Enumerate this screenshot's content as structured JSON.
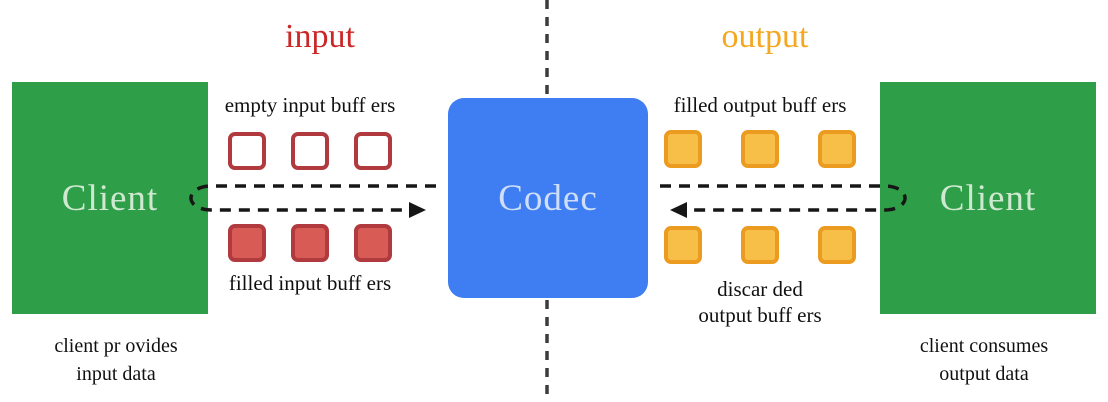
{
  "labels": {
    "input": "input",
    "output": "output"
  },
  "clients": {
    "left": {
      "title": "Client",
      "caption": [
        "client pr ovides",
        "input data"
      ]
    },
    "right": {
      "title": "Client",
      "caption": [
        "client consumes",
        "output data"
      ]
    }
  },
  "codec": {
    "title": "Codec"
  },
  "buffers": {
    "empty_input": "empty input buff ers",
    "filled_input": "filled input buff ers",
    "filled_output": "filled output buff ers",
    "discarded_output": [
      "discar ded",
      "output buff ers"
    ]
  },
  "colors": {
    "green": "#2f9e48",
    "blue": "#3f7df2",
    "red_label": "#cb2727",
    "orange_label": "#f4a71f",
    "red_fill": "#d95b56",
    "red_border": "#b03a3e",
    "orange_fill": "#f7bf47",
    "orange_border": "#eb9c20",
    "arrow": "#161616",
    "divider": "#3c3c3c"
  }
}
